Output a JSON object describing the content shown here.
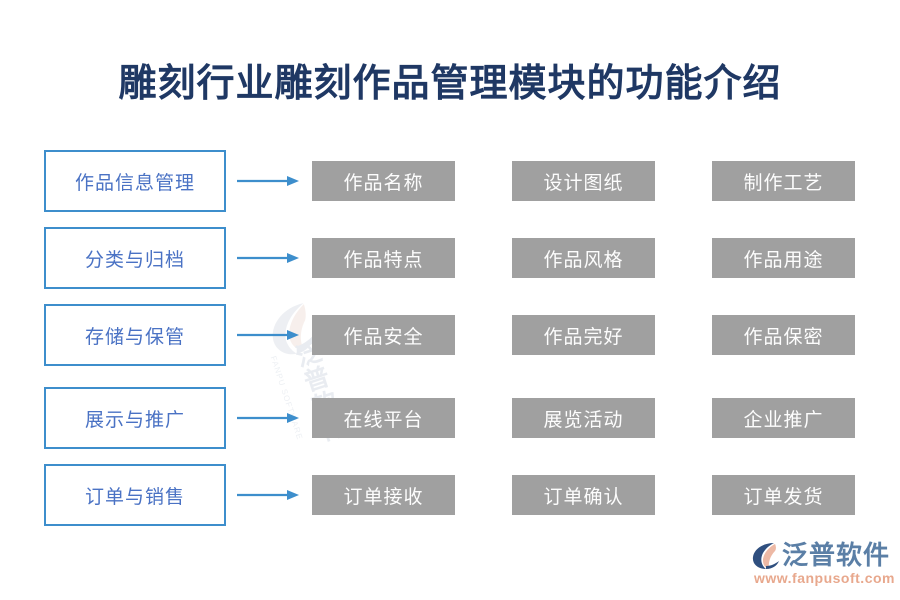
{
  "page": {
    "title": "雕刻行业雕刻作品管理模块的功能介绍",
    "background_color": "#ffffff",
    "title_color": "#1f3864"
  },
  "theme": {
    "stage_border_color": "#3d8ecc",
    "stage_text_color": "#4a72c4",
    "detail_fill_color": "#a0a0a0",
    "detail_text_color": "#fdfdfd",
    "arrow_color": "#3d8ecc"
  },
  "flow": {
    "rows": [
      {
        "stage": "作品信息管理",
        "arrow": "arrow-right-icon",
        "details": [
          "作品名称",
          "设计图纸",
          "制作工艺"
        ]
      },
      {
        "stage": "分类与归档",
        "arrow": "arrow-right-icon",
        "details": [
          "作品特点",
          "作品风格",
          "作品用途"
        ]
      },
      {
        "stage": "存储与保管",
        "arrow": "arrow-right-icon",
        "details": [
          "作品安全",
          "作品完好",
          "作品保密"
        ]
      },
      {
        "stage": "展示与推广",
        "arrow": "arrow-right-icon",
        "details": [
          "在线平台",
          "展览活动",
          "企业推广"
        ]
      },
      {
        "stage": "订单与销售",
        "arrow": "arrow-right-icon",
        "details": [
          "订单接收",
          "订单确认",
          "订单发货"
        ]
      }
    ]
  },
  "watermark": {
    "name": "泛普软件",
    "english": "FANPU SOFTWARE"
  },
  "brand": {
    "name": "泛普软件",
    "url": "www.fanpusoft.com",
    "name_color": "#5b7fa6",
    "url_color": "#e8a88d"
  }
}
